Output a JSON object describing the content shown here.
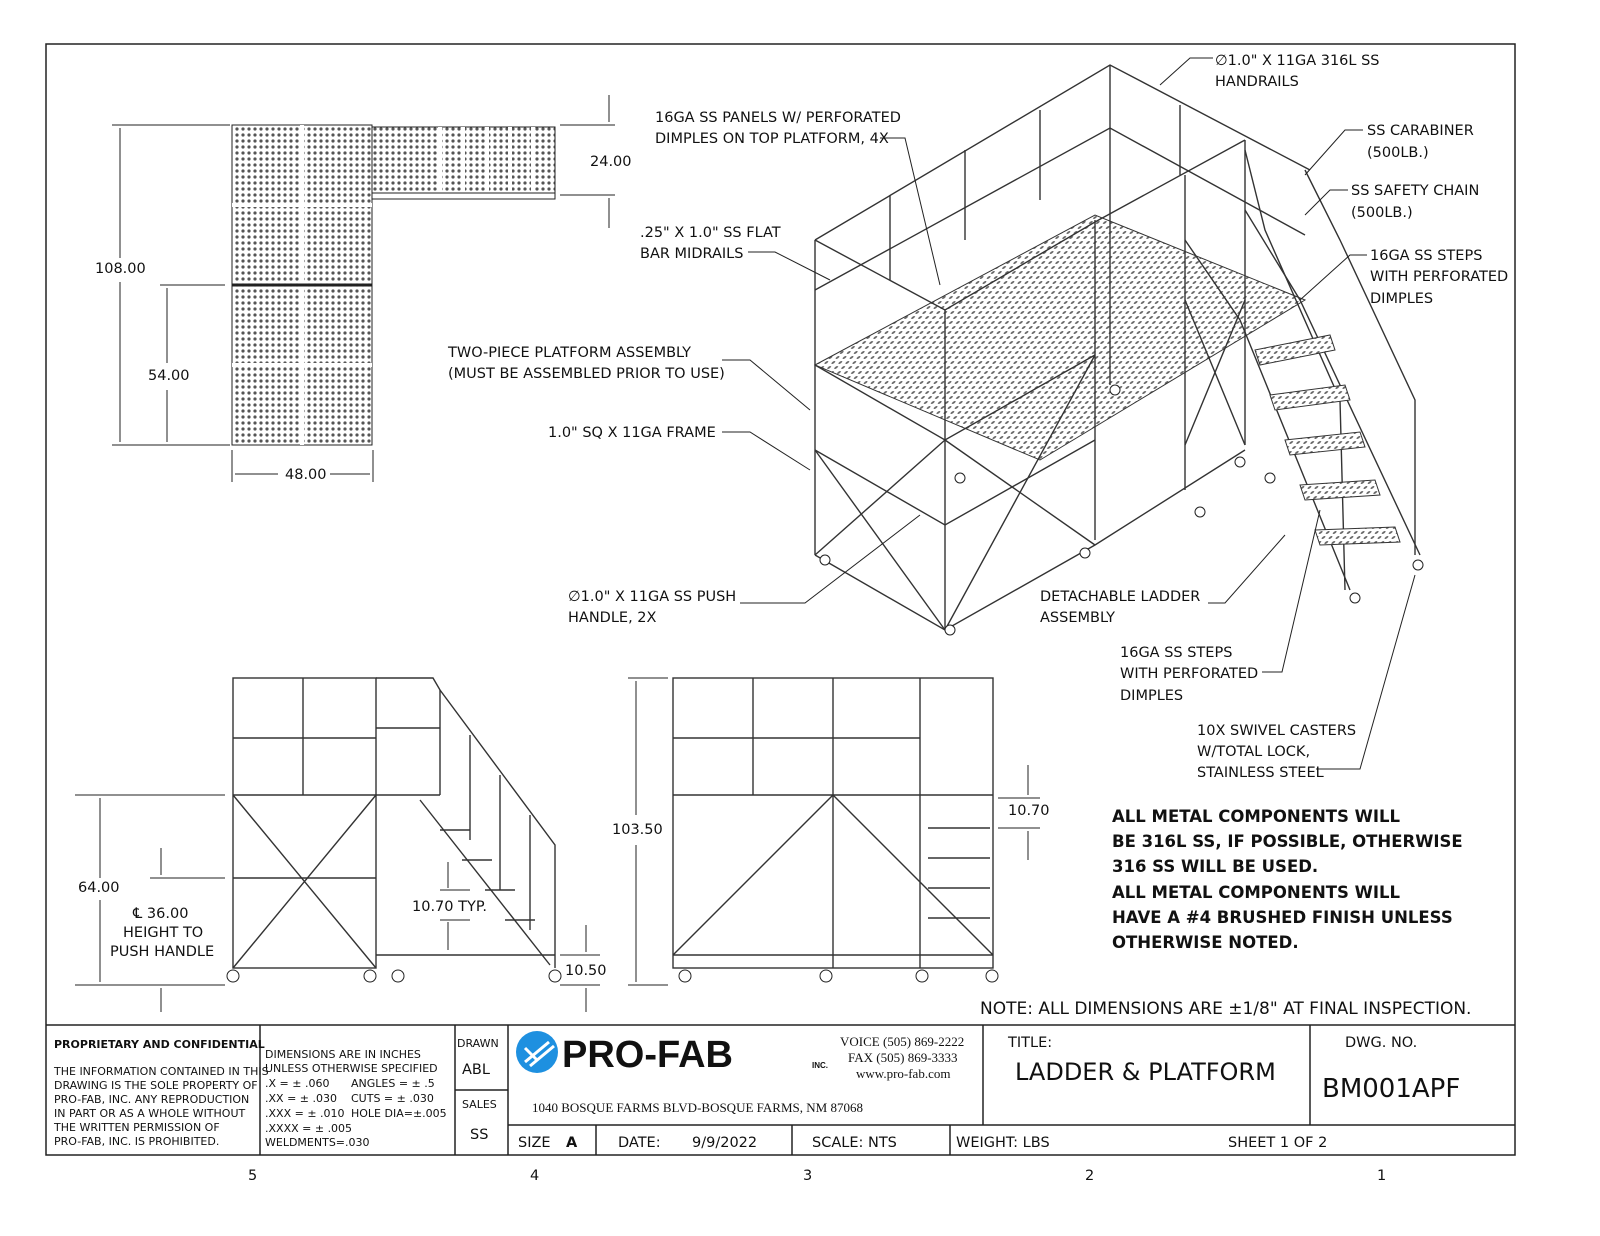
{
  "drawing": {
    "callouts": {
      "handrails": [
        "∅1.0\" X 11GA 316L SS",
        "HANDRAILS"
      ],
      "panels": [
        "16GA SS PANELS W/ PERFORATED",
        "DIMPLES ON TOP PLATFORM, 4X"
      ],
      "carabiner": [
        "SS CARABINER",
        "(500LB.)"
      ],
      "chain": [
        "SS SAFETY CHAIN",
        "(500LB.)"
      ],
      "steps_top": [
        "16GA SS STEPS",
        "WITH PERFORATED",
        "DIMPLES"
      ],
      "midrails": [
        ".25\" X 1.0\" SS FLAT",
        "BAR MIDRAILS"
      ],
      "platform": [
        "TWO-PIECE PLATFORM ASSEMBLY",
        "(MUST BE ASSEMBLED PRIOR TO USE)"
      ],
      "frame": [
        "1.0\" SQ X 11GA FRAME"
      ],
      "push_handle": [
        "∅1.0\" X 11GA SS PUSH",
        "HANDLE, 2X"
      ],
      "ladder": [
        "DETACHABLE LADDER",
        "ASSEMBLY"
      ],
      "steps_bottom": [
        "16GA SS STEPS",
        "WITH PERFORATED",
        "DIMPLES"
      ],
      "casters": [
        "10X SWIVEL CASTERS",
        "W/TOTAL LOCK,",
        "STAINLESS STEEL"
      ]
    },
    "dimensions": {
      "plan_length": "108.00",
      "plan_half": "54.00",
      "plan_width": "48.00",
      "plan_ext": "24.00",
      "side_height": "64.00",
      "push_handle": [
        "℄ 36.00",
        "HEIGHT TO",
        "PUSH HANDLE"
      ],
      "step_typ": "10.70 TYP.",
      "first_step": "10.50",
      "overall_height": "103.50",
      "step_front": "10.70"
    },
    "notes": [
      "ALL METAL COMPONENTS WILL",
      "BE 316L SS, IF POSSIBLE, OTHERWISE",
      "316 SS WILL BE USED.",
      "ALL METAL COMPONENTS WILL",
      "HAVE A #4 BRUSHED FINISH UNLESS",
      "OTHERWISE NOTED."
    ],
    "tolerance_note": "NOTE: ALL DIMENSIONS ARE ±1/8\" AT FINAL INSPECTION."
  },
  "title_block": {
    "proprietary_title": "PROPRIETARY AND CONFIDENTIAL",
    "proprietary_text": [
      "THE INFORMATION CONTAINED IN THIS",
      "DRAWING IS THE SOLE PROPERTY OF",
      "PRO-FAB, INC.  ANY REPRODUCTION",
      "IN PART OR AS A WHOLE WITHOUT",
      "THE WRITTEN PERMISSION OF",
      "PRO-FAB, INC. IS PROHIBITED."
    ],
    "tolerances": [
      "DIMENSIONS ARE IN INCHES",
      "UNLESS OTHERWISE SPECIFIED",
      ".X = ± .060",
      "ANGLES = ± .5",
      ".XX = ± .030",
      "CUTS = ± .030",
      ".XXX = ± .010",
      "HOLE DIA=±.005",
      ".XXXX = ± .005",
      "WELDMENTS=.030"
    ],
    "drawn_label": "DRAWN",
    "drawn_value": "ABL",
    "sales_label": "SALES",
    "sales_value": "SS",
    "company": "PRO-FAB",
    "company_suffix": "INC.",
    "voice": "VOICE (505) 869-2222",
    "fax": "FAX (505) 869-3333",
    "website": "www.pro-fab.com",
    "address": "1040 BOSQUE FARMS BLVD-BOSQUE FARMS, NM 87068",
    "title_label": "TITLE:",
    "title": "LADDER & PLATFORM",
    "dwg_no_label": "DWG.  NO.",
    "dwg_no": "BM001APF",
    "size_label": "SIZE",
    "size": "A",
    "date_label": "DATE:",
    "date": "9/9/2022",
    "scale": "SCALE: NTS",
    "weight": "WEIGHT:  LBS",
    "sheet": "SHEET 1 OF 2",
    "brand_color": "#1e90e0"
  },
  "zones": [
    "5",
    "4",
    "3",
    "2",
    "1"
  ]
}
